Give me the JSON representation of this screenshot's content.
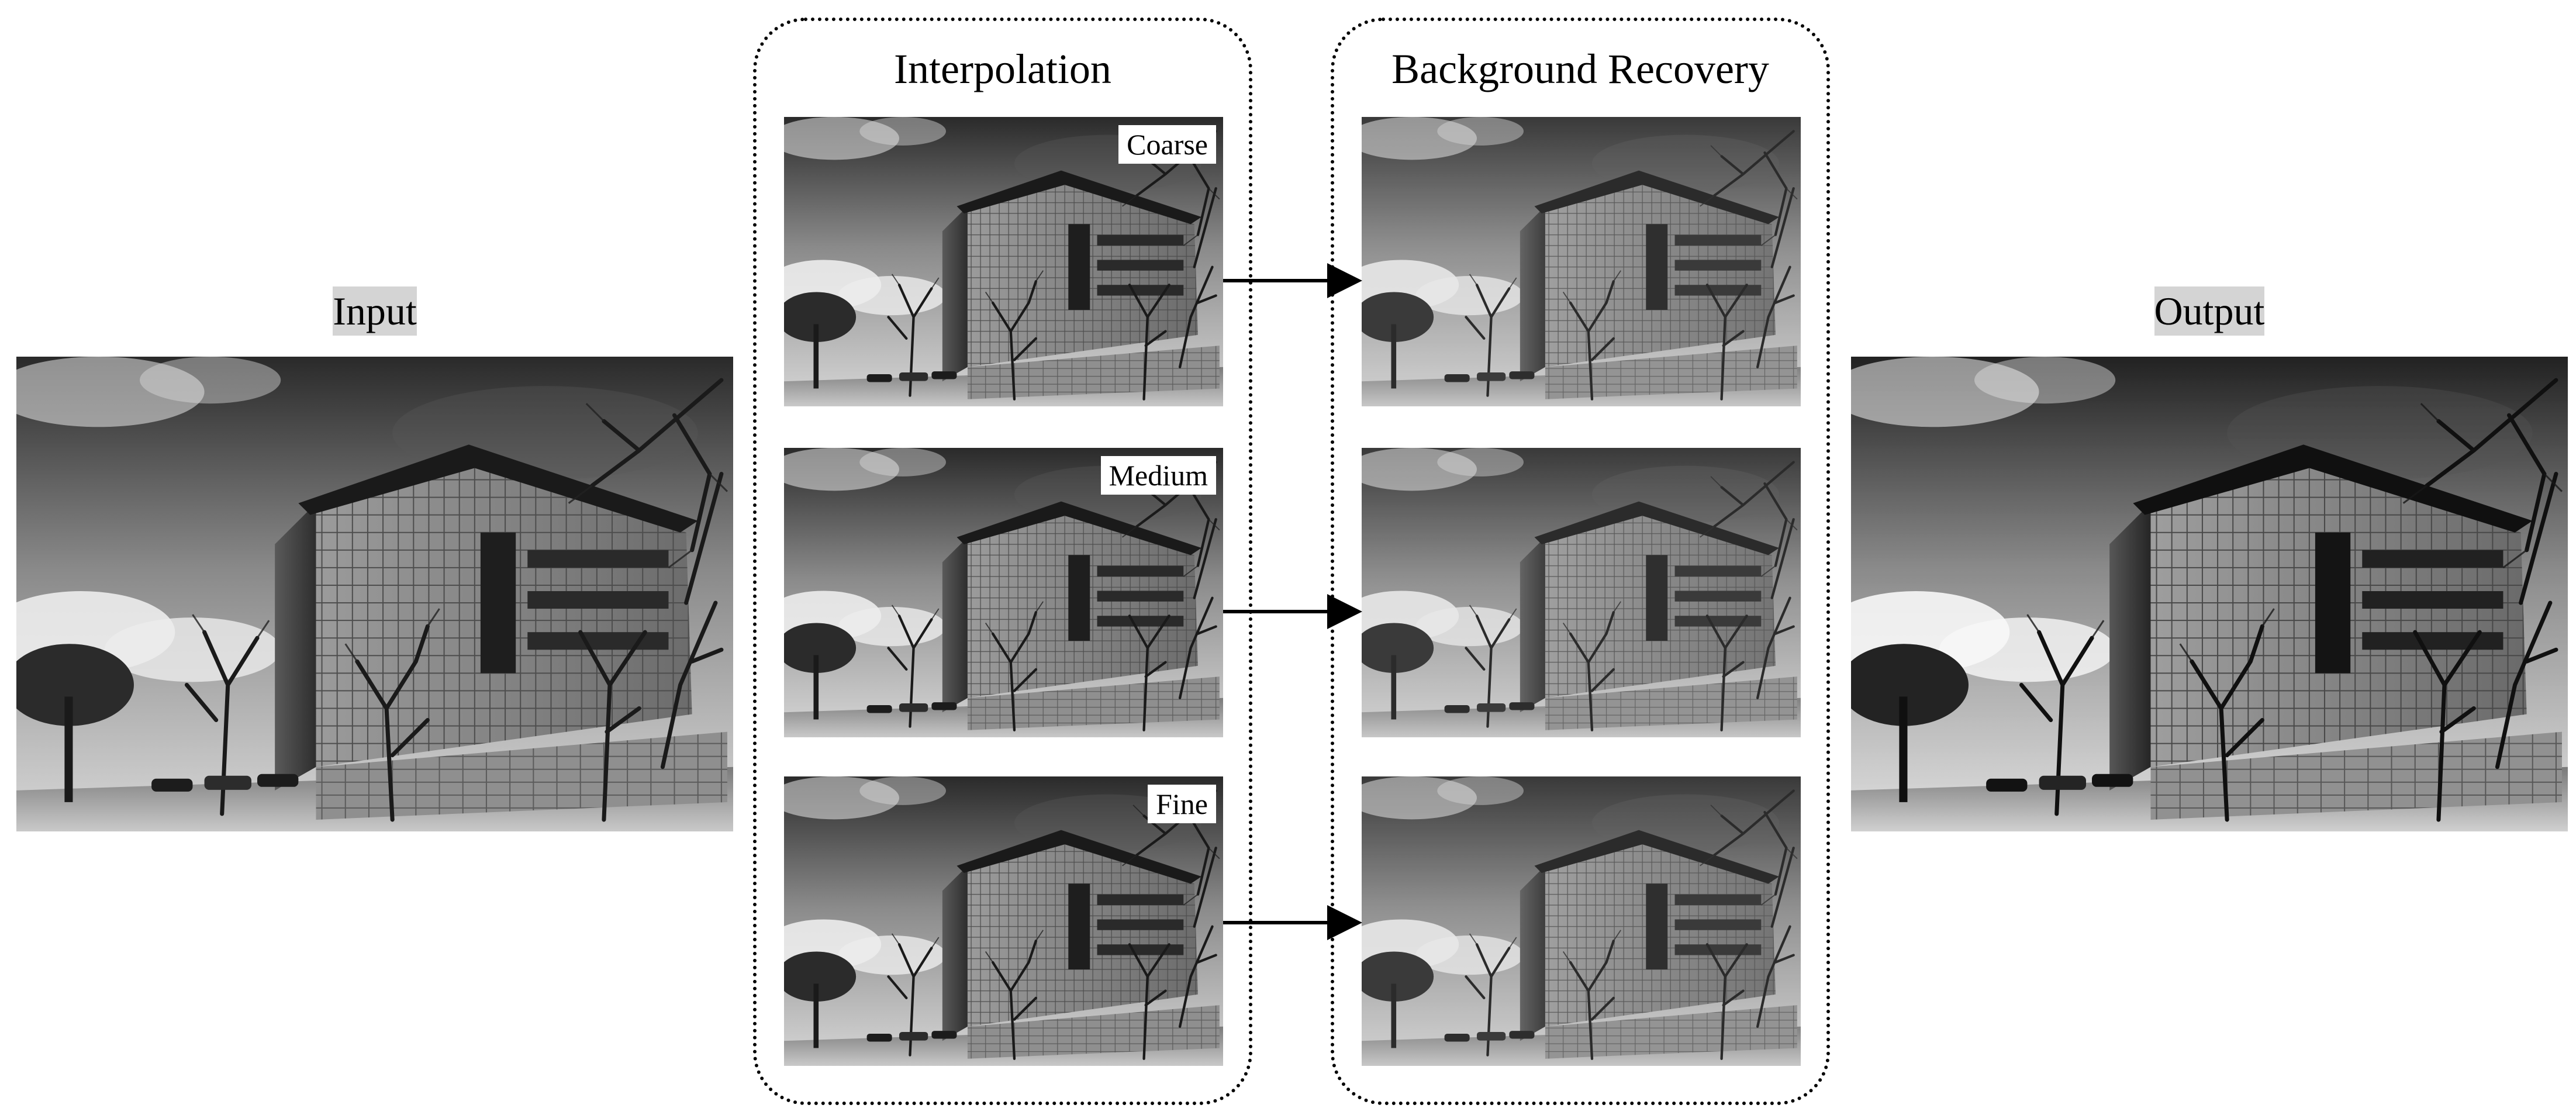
{
  "input": {
    "label": "Input"
  },
  "output": {
    "label": "Output"
  },
  "interpolation": {
    "title": "Interpolation",
    "levels": [
      "Coarse",
      "Medium",
      "Fine"
    ]
  },
  "background_recovery": {
    "title": "Background Recovery"
  },
  "colors": {
    "dotted_border": "#000000",
    "label_highlight": "#d4d4d4",
    "arrow": "#000000"
  }
}
